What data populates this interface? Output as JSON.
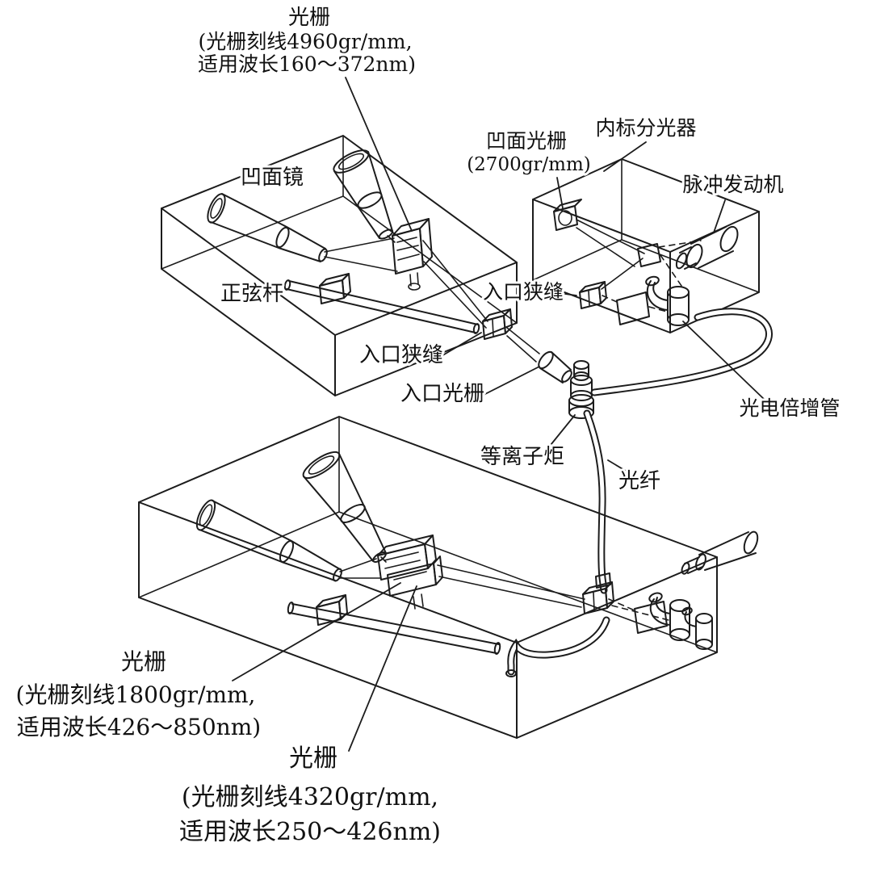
{
  "colors": {
    "background": "#ffffff",
    "line": "#1c1c1c",
    "text": "#111111"
  },
  "labels": {
    "grating_top": {
      "name": "光栅",
      "detail1": "(光栅刻线4960gr/mm,",
      "detail2": "适用波长160～372nm)"
    },
    "concave_mirror": "凹面镜",
    "concave_grating": {
      "name": "凹面光栅",
      "detail": "(2700gr/mm)"
    },
    "internal_standard_spectrometer": "内标分光器",
    "pulse_motor": "脉冲发动机",
    "sine_bar": "正弦杆",
    "entrance_slit_upper": "入口狭缝",
    "entrance_slit_main": "入口狭缝",
    "entrance_grating": "入口光栅",
    "plasma_torch": "等离子炬",
    "photomultiplier_tube": "光电倍增管",
    "optical_fiber": "光纤",
    "grating_mid": {
      "name": "光栅",
      "detail1": "(光栅刻线1800gr/mm,",
      "detail2": "适用波长426～850nm)"
    },
    "grating_bottom": {
      "name": "光栅",
      "detail1": "(光栅刻线4320gr/mm,",
      "detail2": "适用波长250～426nm)"
    }
  }
}
